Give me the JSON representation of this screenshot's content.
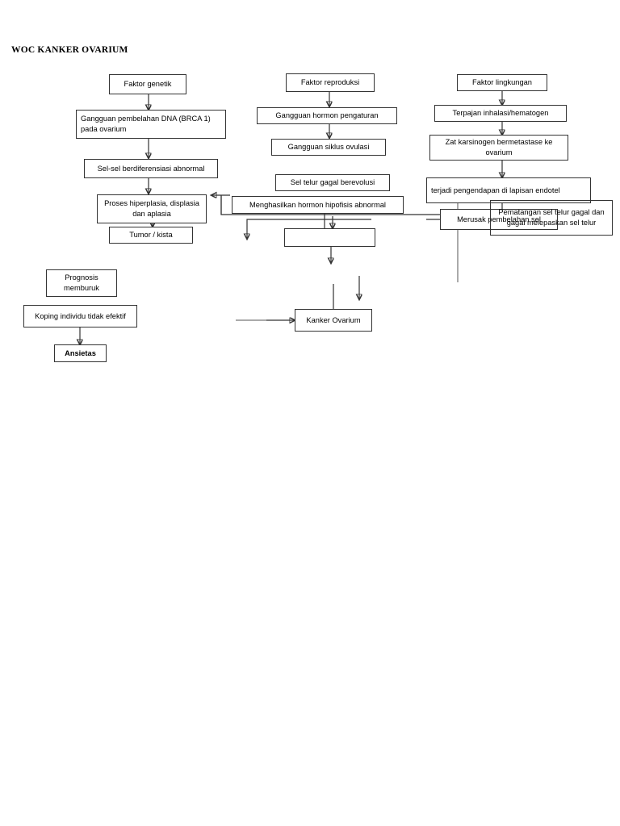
{
  "document": {
    "title": "WOC KANKER OVARIUM"
  },
  "diagram": {
    "type": "flowchart",
    "nodes": [
      {
        "id": "faktor-genetik",
        "label": "Faktor genetik"
      },
      {
        "id": "gangguan-dna",
        "label": "Gangguan pembelahan DNA (BRCA 1) pada ovarium"
      },
      {
        "id": "sel-abnormal",
        "label": "Sel-sel berdiferensiasi abnormal"
      },
      {
        "id": "proses-hiperplasia",
        "label": "Proses hiperplasia, displasia dan aplasia"
      },
      {
        "id": "tumor-kista",
        "label": "Tumor / kista"
      },
      {
        "id": "faktor-reproduksi",
        "label": "Faktor reproduksi"
      },
      {
        "id": "gangguan-hormon",
        "label": "Gangguan hormon pengaturan"
      },
      {
        "id": "gangguan-siklus",
        "label": "Gangguan siklus ovulasi"
      },
      {
        "id": "sel-telur-gagal",
        "label": "Sel  telur  gagal  berevolusi"
      },
      {
        "id": "hormon-hipofisis",
        "label": "Menghasilkan hormon hipofisis abnormal"
      },
      {
        "id": "kotak-kosong",
        "label": ""
      },
      {
        "id": "faktor-lingkungan",
        "label": "Faktor lingkungan"
      },
      {
        "id": "terpajan-inhalasi",
        "label": "Terpajan inhalasi/hematogen"
      },
      {
        "id": "zat-karsinogen",
        "label": "Zat karsinogen bermetastase ke ovarium"
      },
      {
        "id": "pengendapan-endotel",
        "label": "terjadi pengendapan di lapisan endotel"
      },
      {
        "id": "merusak-pembelahan",
        "label": "Merusak pembelahan sel"
      },
      {
        "id": "pematangan-gagal",
        "label": "Pematangan sel telur gagal dan gagal melepaskan sel telur"
      },
      {
        "id": "kanker-ovarium",
        "label": "Kanker Ovarium"
      },
      {
        "id": "prognosis-memburuk",
        "label": "Prognosis memburuk"
      },
      {
        "id": "koping-tidak-efektif",
        "label": "Koping individu tidak efektif"
      },
      {
        "id": "ansietas",
        "label": "Ansietas"
      }
    ],
    "edges": [
      {
        "from": "faktor-genetik",
        "to": "gangguan-dna"
      },
      {
        "from": "gangguan-dna",
        "to": "sel-abnormal"
      },
      {
        "from": "sel-abnormal",
        "to": "proses-hiperplasia"
      },
      {
        "from": "proses-hiperplasia",
        "to": "tumor-kista"
      },
      {
        "from": "faktor-reproduksi",
        "to": "gangguan-hormon"
      },
      {
        "from": "gangguan-hormon",
        "to": "gangguan-siklus"
      },
      {
        "from": "hormon-hipofisis",
        "to": "kotak-kosong"
      },
      {
        "from": "kotak-kosong",
        "to": "kanker-ovarium"
      },
      {
        "from": "faktor-lingkungan",
        "to": "terpajan-inhalasi"
      },
      {
        "from": "terpajan-inhalasi",
        "to": "zat-karsinogen"
      },
      {
        "from": "zat-karsinogen",
        "to": "pengendapan-endotel"
      },
      {
        "from": "merusak-pembelahan",
        "to": "proses-hiperplasia"
      },
      {
        "from": "pematangan-gagal",
        "to": "kanker-ovarium"
      },
      {
        "from": "koping-tidak-efektif",
        "to": "ansietas"
      }
    ]
  },
  "colors": {
    "stroke": "#333333",
    "background": "#ffffff",
    "text": "#000000"
  }
}
